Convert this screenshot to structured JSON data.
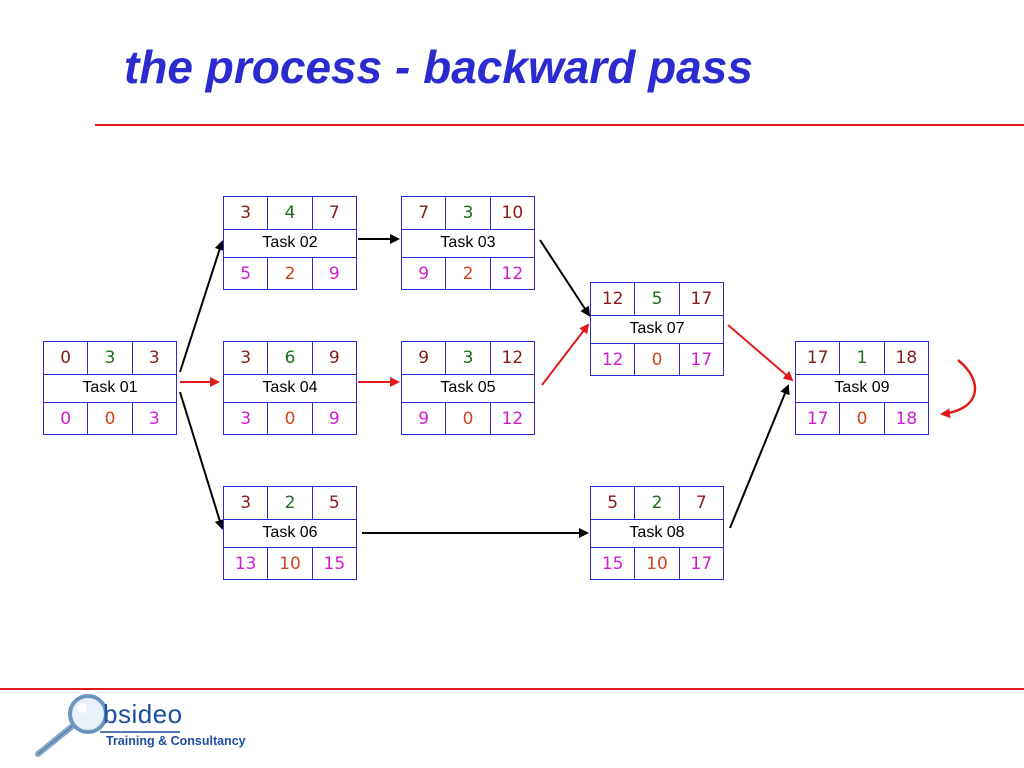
{
  "title": "the process - backward pass",
  "colors": {
    "title": "#2b2bd0",
    "rule": "#e01b1b",
    "box_border": "#2b2bd0",
    "early": "#8b1a1a",
    "duration": "#1d6b1d",
    "late": "#d11bd1",
    "float": "#d0461e",
    "arrow_black": "#000000",
    "arrow_red": "#e01b1b"
  },
  "tasks": {
    "task01": {
      "name": "Task 01",
      "es": "0",
      "dur": "3",
      "ef": "3",
      "ls": "0",
      "fl": "0",
      "lf": "3"
    },
    "task02": {
      "name": "Task 02",
      "es": "3",
      "dur": "4",
      "ef": "7",
      "ls": "5",
      "fl": "2",
      "lf": "9"
    },
    "task03": {
      "name": "Task 03",
      "es": "7",
      "dur": "3",
      "ef": "10",
      "ls": "9",
      "fl": "2",
      "lf": "12"
    },
    "task04": {
      "name": "Task 04",
      "es": "3",
      "dur": "6",
      "ef": "9",
      "ls": "3",
      "fl": "0",
      "lf": "9"
    },
    "task05": {
      "name": "Task 05",
      "es": "9",
      "dur": "3",
      "ef": "12",
      "ls": "9",
      "fl": "0",
      "lf": "12"
    },
    "task06": {
      "name": "Task 06",
      "es": "3",
      "dur": "2",
      "ef": "5",
      "ls": "13",
      "fl": "10",
      "lf": "15"
    },
    "task07": {
      "name": "Task 07",
      "es": "12",
      "dur": "5",
      "ef": "17",
      "ls": "12",
      "fl": "0",
      "lf": "17"
    },
    "task08": {
      "name": "Task 08",
      "es": "5",
      "dur": "2",
      "ef": "7",
      "ls": "15",
      "fl": "10",
      "lf": "17"
    },
    "task09": {
      "name": "Task 09",
      "es": "17",
      "dur": "1",
      "ef": "18",
      "ls": "17",
      "fl": "0",
      "lf": "18"
    }
  },
  "links": [
    {
      "from": "task01",
      "to": "task02",
      "critical": false
    },
    {
      "from": "task01",
      "to": "task04",
      "critical": true
    },
    {
      "from": "task01",
      "to": "task06",
      "critical": false
    },
    {
      "from": "task02",
      "to": "task03",
      "critical": false
    },
    {
      "from": "task03",
      "to": "task07",
      "critical": false
    },
    {
      "from": "task04",
      "to": "task05",
      "critical": true
    },
    {
      "from": "task05",
      "to": "task07",
      "critical": true
    },
    {
      "from": "task06",
      "to": "task08",
      "critical": false
    },
    {
      "from": "task07",
      "to": "task09",
      "critical": true
    },
    {
      "from": "task08",
      "to": "task09",
      "critical": false
    }
  ],
  "logo": {
    "brand": "bsideo",
    "tagline": "Training & Consultancy",
    "icon": "magnifier-icon"
  }
}
